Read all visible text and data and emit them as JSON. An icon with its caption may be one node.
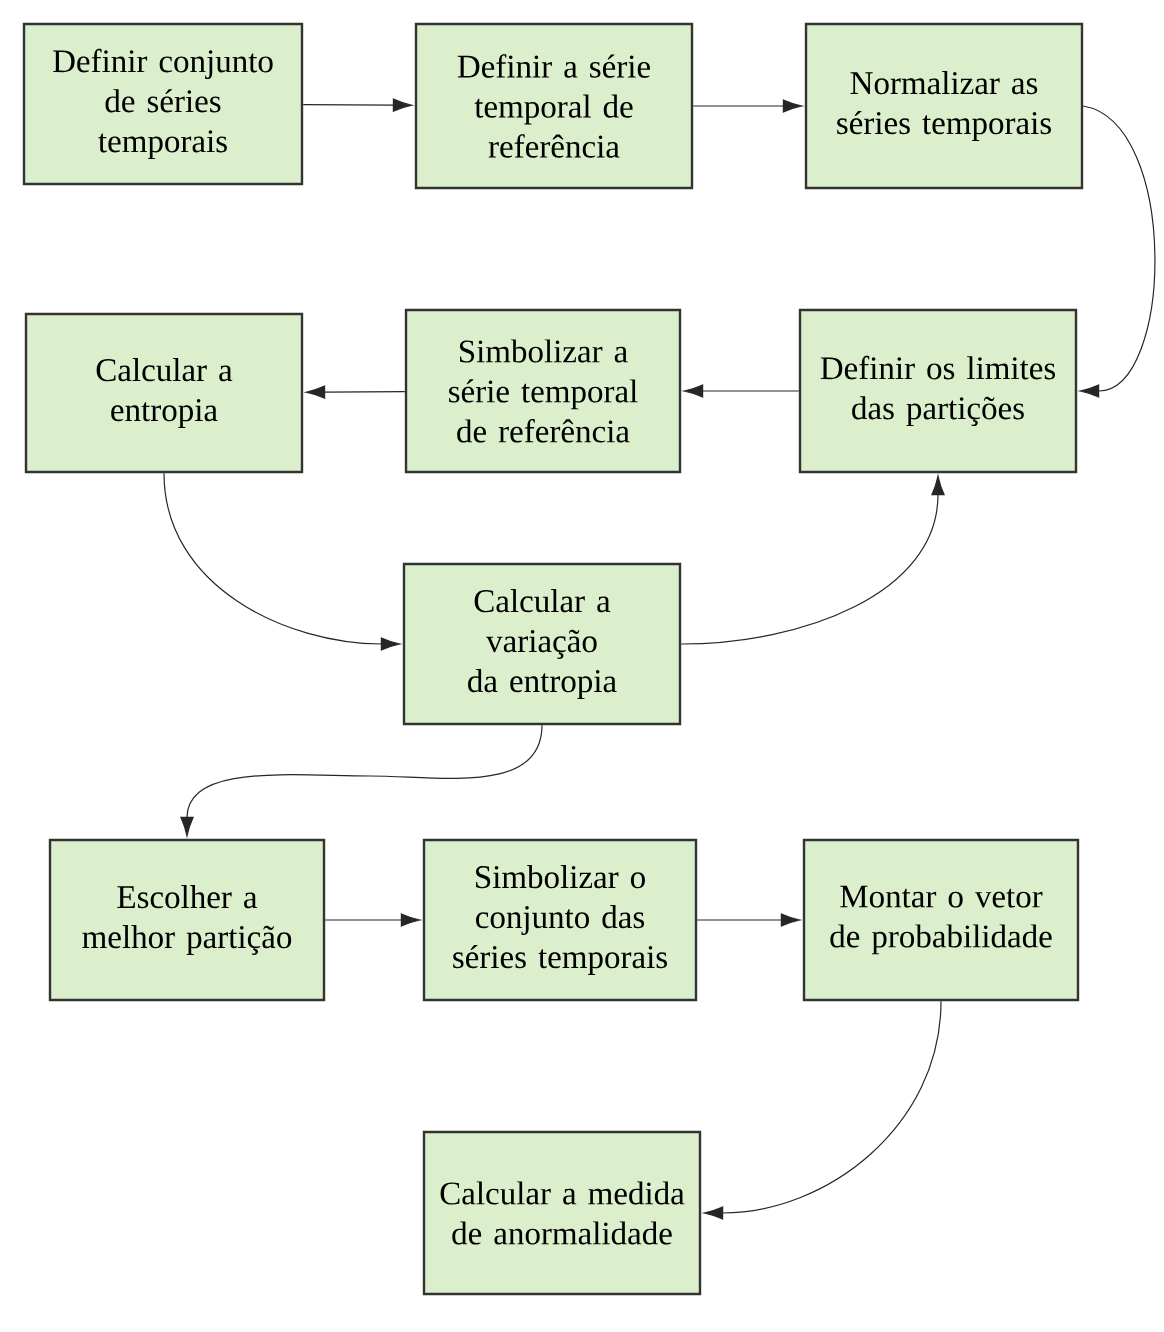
{
  "diagram": {
    "nodes": [
      {
        "text": [
          "Definir conjunto de séries temporais"
        ]
      },
      {
        "text": [
          "Definir a série temporal de referência"
        ]
      },
      {
        "text": [
          "Normalizar as séries temporais"
        ]
      },
      {
        "text": [
          "Calcular a entropia"
        ]
      },
      {
        "text": [
          "Simbolizar a série temporal de referência"
        ]
      },
      {
        "text": [
          "Definir os limites das partições"
        ]
      },
      {
        "text": [
          "Calcular a variação da entropia"
        ]
      },
      {
        "text": [
          "Escolher a melhor partição"
        ]
      },
      {
        "text": [
          "Simbolizar o conjunto das séries temporais"
        ]
      },
      {
        "text": [
          "Montar o vetor de probabilidade"
        ]
      },
      {
        "text": [
          "Calcular a medida de anormalidade"
        ]
      }
    ],
    "edges": [
      {
        "from": 0,
        "to": 1,
        "arrow": "to"
      },
      {
        "from": 1,
        "to": 2,
        "arrow": "to"
      },
      {
        "from": 2,
        "to": 5,
        "arrow": "to"
      },
      {
        "from": 5,
        "to": 4,
        "arrow": "to"
      },
      {
        "from": 4,
        "to": 3,
        "arrow": "to"
      },
      {
        "from": 3,
        "to": 6,
        "arrow": "to"
      },
      {
        "from": 6,
        "to": 5,
        "arrow": "to"
      },
      {
        "from": 6,
        "to": 7,
        "arrow": "to"
      },
      {
        "from": 7,
        "to": 8,
        "arrow": "to"
      },
      {
        "from": 8,
        "to": 9,
        "arrow": "to"
      },
      {
        "from": 9,
        "to": 10,
        "arrow": "to"
      }
    ]
  }
}
